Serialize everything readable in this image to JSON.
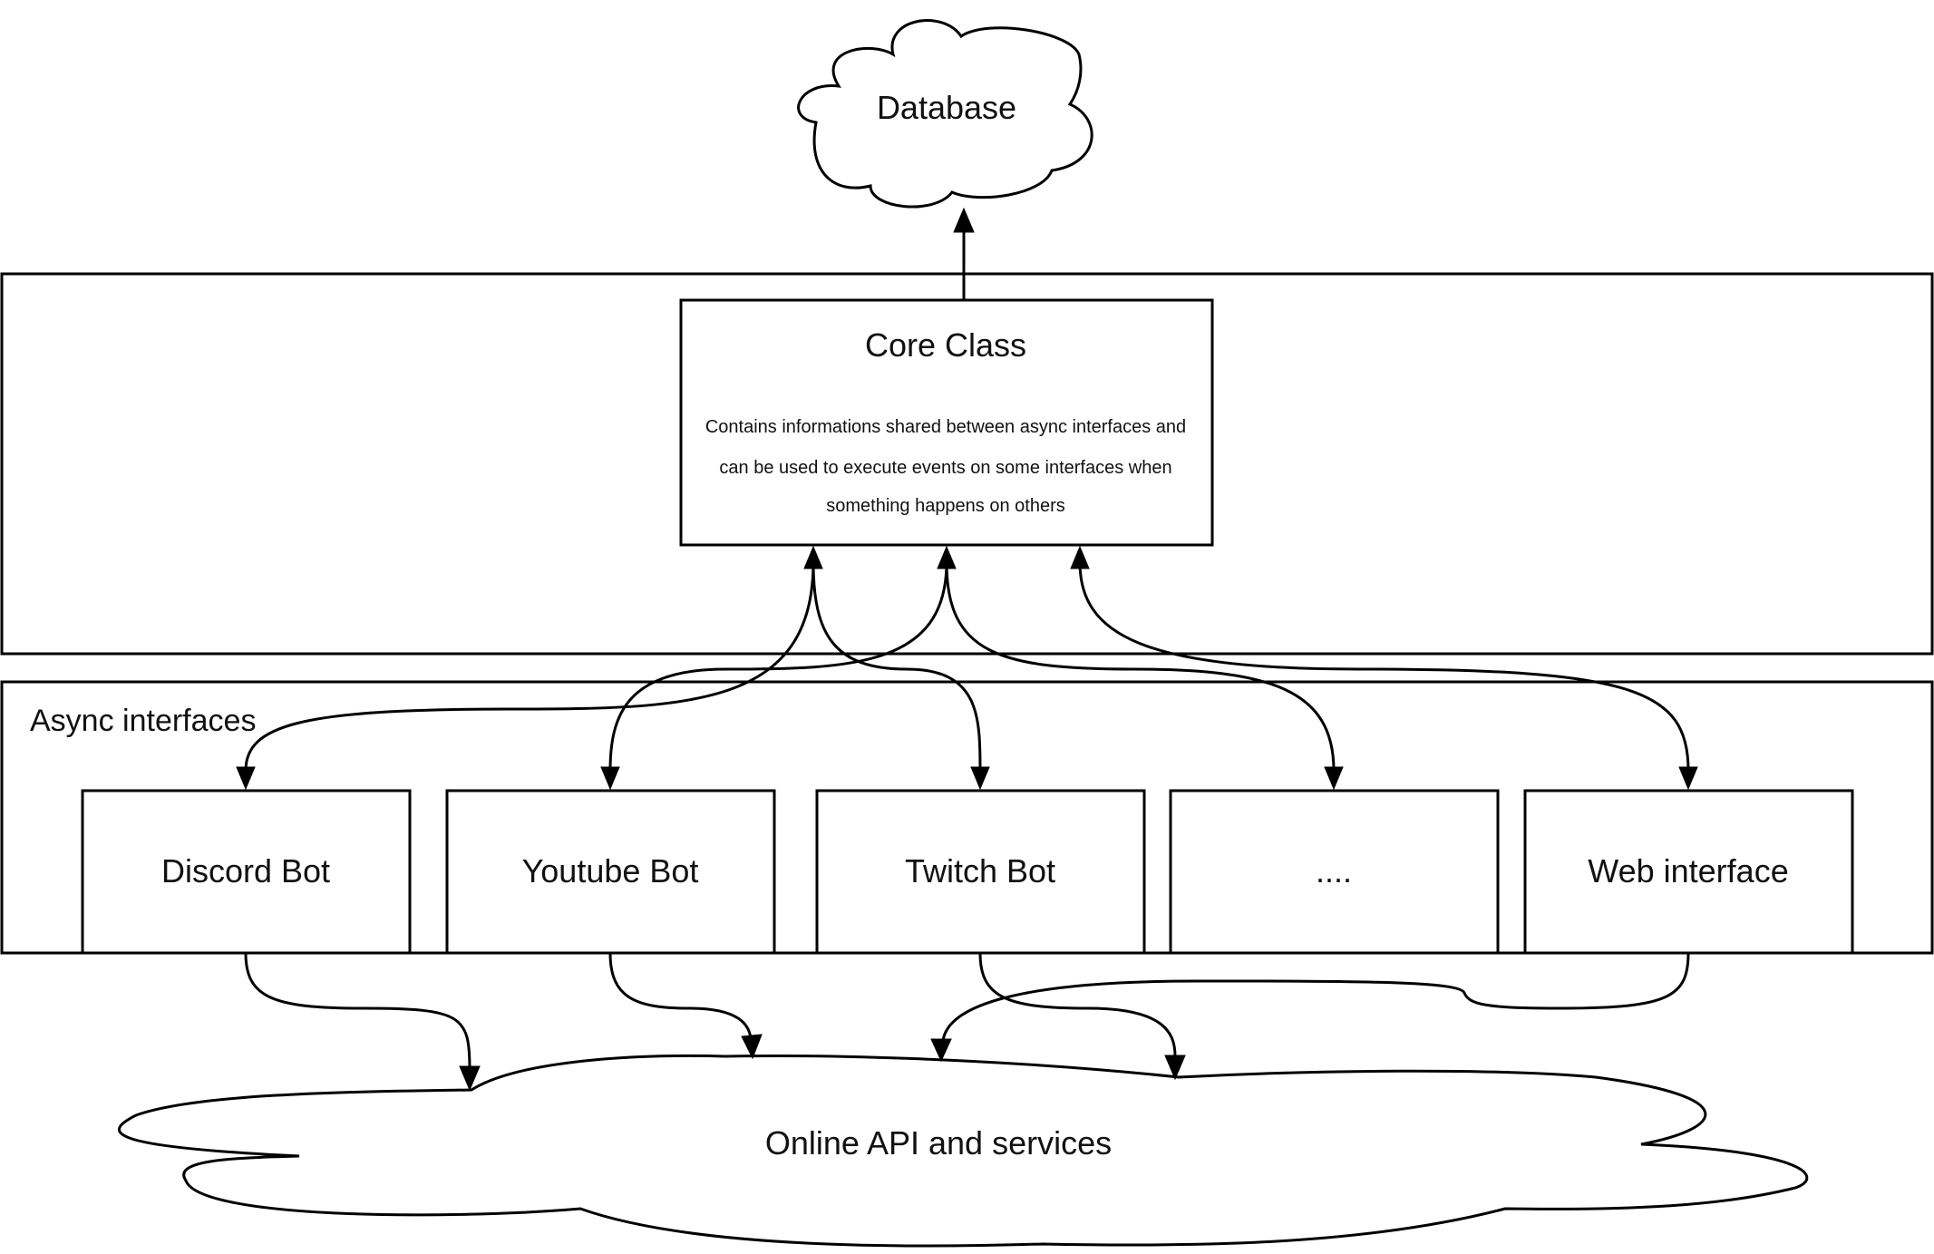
{
  "database": {
    "label": "Database"
  },
  "core": {
    "title": "Core Class",
    "description_lines": [
      "Contains informations shared between async interfaces and",
      "can be used to execute events on some interfaces when",
      "something happens on others"
    ]
  },
  "async_group": {
    "label": "Async interfaces"
  },
  "interfaces": [
    {
      "label": "Discord Bot"
    },
    {
      "label": "Youtube Bot"
    },
    {
      "label": "Twitch Bot"
    },
    {
      "label": "...."
    },
    {
      "label": "Web interface"
    }
  ],
  "services": {
    "label": "Online API and services"
  }
}
